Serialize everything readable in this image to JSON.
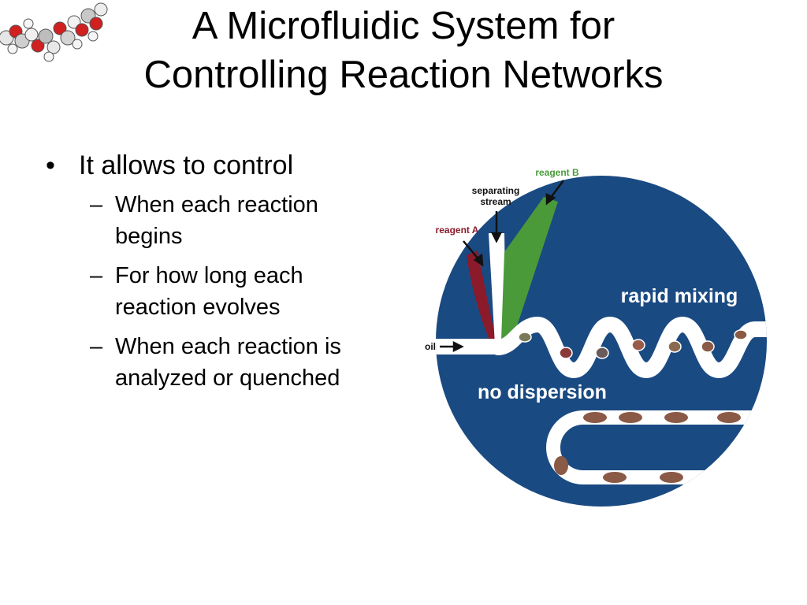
{
  "title": {
    "line1": "A Microfluidic System for",
    "line2": "Controlling Reaction Networks"
  },
  "bullets": {
    "main": "It allows to control",
    "sub": [
      {
        "line1": "When each reaction",
        "line2": "begins"
      },
      {
        "line1": "For how long each",
        "line2": "reaction evolves"
      },
      {
        "line1": "When each reaction is",
        "line2": "analyzed or quenched"
      }
    ]
  },
  "diagram": {
    "reagent_b": "reagent B",
    "separating_stream_line1": "separating",
    "separating_stream_line2": "stream",
    "reagent_a": "reagent A",
    "oil": "oil",
    "rapid_mixing": "rapid mixing",
    "no_dispersion": "no dispersion",
    "colors": {
      "disc": "#1a4a82",
      "reagent_a": "#8b1a2a",
      "reagent_b": "#4a9a3a",
      "channel": "#ffffff",
      "droplet": "#8a5a46"
    }
  },
  "molecule_icon": "polymer-chain-molecule-icon"
}
